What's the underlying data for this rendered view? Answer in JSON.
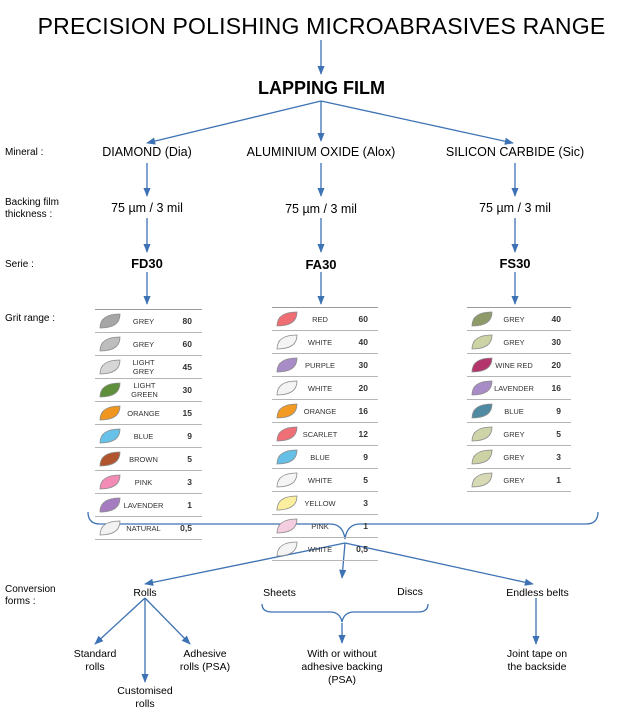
{
  "title": "PRECISION POLISHING MICROABRASIVES RANGE",
  "product": "LAPPING FILM",
  "row_labels": {
    "mineral": "Mineral :",
    "backing_line1": "Backing film",
    "backing_line2": "thickness :",
    "serie": "Serie :",
    "grit": "Grit range :",
    "conversion_line1": "Conversion",
    "conversion_line2": "forms :"
  },
  "columns": [
    {
      "mineral": "DIAMOND (Dia)",
      "backing": "75 µm / 3 mil",
      "serie": "FD30",
      "grits": [
        {
          "name": "GREY",
          "value": "80",
          "color": "#a6a6a6"
        },
        {
          "name": "GREY",
          "value": "60",
          "color": "#bdbdbd"
        },
        {
          "name": "LIGHT GREY",
          "value": "45",
          "color": "#d6d6d6"
        },
        {
          "name": "LIGHT GREEN",
          "value": "30",
          "color": "#5f8f3a"
        },
        {
          "name": "ORANGE",
          "value": "15",
          "color": "#f0961e"
        },
        {
          "name": "BLUE",
          "value": "9",
          "color": "#67c2ea"
        },
        {
          "name": "BROWN",
          "value": "5",
          "color": "#b0552e"
        },
        {
          "name": "PINK",
          "value": "3",
          "color": "#f28bb5"
        },
        {
          "name": "LAVENDER",
          "value": "1",
          "color": "#a67cc0"
        },
        {
          "name": "NATURAL",
          "value": "0,5",
          "color": "#f2f2f2"
        }
      ]
    },
    {
      "mineral": "ALUMINIUM OXIDE (Alox)",
      "backing": "75 µm / 3 mil",
      "serie": "FA30",
      "grits": [
        {
          "name": "RED",
          "value": "60",
          "color": "#ef6e73"
        },
        {
          "name": "WHITE",
          "value": "40",
          "color": "#f4f4f4"
        },
        {
          "name": "PURPLE",
          "value": "30",
          "color": "#a88cc7"
        },
        {
          "name": "WHITE",
          "value": "20",
          "color": "#f4f4f4"
        },
        {
          "name": "ORANGE",
          "value": "16",
          "color": "#f29a24"
        },
        {
          "name": "SCARLET",
          "value": "12",
          "color": "#ee6f76"
        },
        {
          "name": "BLUE",
          "value": "9",
          "color": "#65bfe6"
        },
        {
          "name": "WHITE",
          "value": "5",
          "color": "#f4f4f4"
        },
        {
          "name": "YELLOW",
          "value": "3",
          "color": "#fbef9f"
        },
        {
          "name": "PINK",
          "value": "1",
          "color": "#f4cde0"
        },
        {
          "name": "WHITE",
          "value": "0,5",
          "color": "#f4f4f4"
        }
      ]
    },
    {
      "mineral": "SILICON CARBIDE (Sic)",
      "backing": "75 µm / 3 mil",
      "serie": "FS30",
      "grits": [
        {
          "name": "GREY",
          "value": "40",
          "color": "#8e9a67"
        },
        {
          "name": "GREY",
          "value": "30",
          "color": "#cdd3a4"
        },
        {
          "name": "WINE RED",
          "value": "20",
          "color": "#b3356b"
        },
        {
          "name": "LAVENDER",
          "value": "16",
          "color": "#a88cc7"
        },
        {
          "name": "BLUE",
          "value": "9",
          "color": "#4f8aa2"
        },
        {
          "name": "GREY",
          "value": "5",
          "color": "#cfd3a8"
        },
        {
          "name": "GREY",
          "value": "3",
          "color": "#cdd2a4"
        },
        {
          "name": "GREY",
          "value": "1",
          "color": "#d7dab5"
        }
      ]
    }
  ],
  "conversion": {
    "rolls": "Rolls",
    "sheets": "Sheets",
    "discs": "Discs",
    "endless_belts": "Endless belts",
    "standard_line1": "Standard",
    "standard_line2": "rolls",
    "customised_line1": "Customised",
    "customised_line2": "rolls",
    "adhesive_line1": "Adhesive",
    "adhesive_line2": "rolls (PSA)",
    "sheets_discs_line1": "With or without",
    "sheets_discs_line2": "adhesive backing",
    "sheets_discs_line3": "(PSA)",
    "belts_line1": "Joint tape on",
    "belts_line2": "the backside"
  },
  "colors": {
    "connector": "#3d72b4",
    "table_border": "#9a9a9a"
  }
}
